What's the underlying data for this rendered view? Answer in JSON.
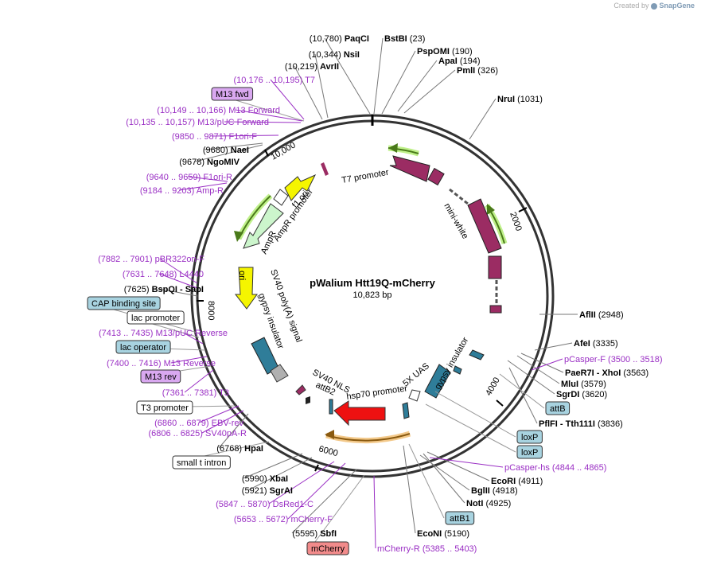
{
  "credit": {
    "prefix": "Created by",
    "brand": "SnapGene"
  },
  "plasmid": {
    "name": "pWalium Htt19Q-mCherry",
    "size": "10,823 bp"
  },
  "colors": {
    "site": "#000000",
    "primer": "#9a2fc4",
    "rc": "#c0c0c0"
  },
  "ticks": [
    "2000",
    "4000",
    "6000",
    "8000",
    "10,000"
  ],
  "features": [
    {
      "name": "T7 promoter"
    },
    {
      "name": "mini-white"
    },
    {
      "name": "f1 ori"
    },
    {
      "name": "AmpR promoter"
    },
    {
      "name": "AmpR"
    },
    {
      "name": "ori"
    },
    {
      "name": "SV40 poly(A) signal"
    },
    {
      "name": "gypsy insulator"
    },
    {
      "name": "gypsy insulator"
    },
    {
      "name": "5X UAS"
    },
    {
      "name": "hsp70 promoter"
    },
    {
      "name": "SV40 NLS"
    },
    {
      "name": "attB2"
    }
  ],
  "labels": [
    {
      "pos": "(10,780)",
      "name": "PaqCI",
      "kind": "site"
    },
    {
      "pos": "(23)",
      "name": "BstBI",
      "kind": "site"
    },
    {
      "pos": "(190)",
      "name": "PspOMI",
      "kind": "site"
    },
    {
      "pos": "(194)",
      "name": "ApaI",
      "kind": "site"
    },
    {
      "pos": "(326)",
      "name": "PmlI",
      "kind": "site"
    },
    {
      "pos": "(1031)",
      "name": "NruI",
      "kind": "site"
    },
    {
      "pos": "(10,344)",
      "name": "NsiI",
      "kind": "site"
    },
    {
      "pos": "(10,219)",
      "name": "AvrII",
      "kind": "site"
    },
    {
      "pos": "(10,176 .. 10,195)",
      "name": "T7",
      "kind": "primer"
    },
    {
      "pos": "",
      "name": "M13 fwd",
      "kind": "box",
      "fill": "#d9a8f0"
    },
    {
      "pos": "(10,149 .. 10,166)",
      "name": "M13 Forward",
      "kind": "primer"
    },
    {
      "pos": "(10,135 .. 10,157)",
      "name": "M13/pUC Forward",
      "kind": "primer"
    },
    {
      "pos": "(9850 .. 9871)",
      "name": "F1ori-F",
      "kind": "primer"
    },
    {
      "pos": "(9680)",
      "name": "NaeI",
      "kind": "site"
    },
    {
      "pos": "(9678)",
      "name": "NgoMIV",
      "kind": "site"
    },
    {
      "pos": "(9640 .. 9659)",
      "name": "F1ori-R",
      "kind": "primer"
    },
    {
      "pos": "(9184 .. 9203)",
      "name": "Amp-R",
      "kind": "primer"
    },
    {
      "pos": "(7882 .. 7901)",
      "name": "pBR322ori-F",
      "kind": "primer"
    },
    {
      "pos": "(7631 .. 7648)",
      "name": "L4440",
      "kind": "primer"
    },
    {
      "pos": "(7625)",
      "name": "BspQI - SapI",
      "kind": "site"
    },
    {
      "pos": "",
      "name": "CAP binding site",
      "kind": "box",
      "fill": "#a8d3e0"
    },
    {
      "pos": "",
      "name": "lac promoter",
      "kind": "box",
      "fill": "#ffffff"
    },
    {
      "pos": "(7413 .. 7435)",
      "name": "M13/pUC Reverse",
      "kind": "primer"
    },
    {
      "pos": "",
      "name": "lac operator",
      "kind": "box",
      "fill": "#a8d3e0"
    },
    {
      "pos": "(7400 .. 7416)",
      "name": "M13 Reverse",
      "kind": "primer"
    },
    {
      "pos": "",
      "name": "M13 rev",
      "kind": "box",
      "fill": "#d9a8f0"
    },
    {
      "pos": "(7361 .. 7381)",
      "name": "T3",
      "kind": "primer"
    },
    {
      "pos": "",
      "name": "T3 promoter",
      "kind": "box",
      "fill": "#ffffff"
    },
    {
      "pos": "(6860 .. 6879)",
      "name": "EBV-rev",
      "kind": "primer"
    },
    {
      "pos": "(6806 .. 6825)",
      "name": "SV40pA-R",
      "kind": "primer"
    },
    {
      "pos": "(6768)",
      "name": "HpaI",
      "kind": "site"
    },
    {
      "pos": "",
      "name": "small t intron",
      "kind": "box",
      "fill": "#ffffff"
    },
    {
      "pos": "(5990)",
      "name": "XbaI",
      "kind": "site"
    },
    {
      "pos": "(5921)",
      "name": "SgrAI",
      "kind": "site"
    },
    {
      "pos": "(5847 .. 5870)",
      "name": "DsRed1-C",
      "kind": "primer"
    },
    {
      "pos": "(5653 .. 5672)",
      "name": "mCherry-F",
      "kind": "primer"
    },
    {
      "pos": "(5595)",
      "name": "SbfI",
      "kind": "site"
    },
    {
      "pos": "",
      "name": "mCherry",
      "kind": "box",
      "fill": "#f28b8b"
    },
    {
      "pos": "(5385 .. 5403)",
      "name": "mCherry-R",
      "kind": "primer"
    },
    {
      "pos": "(5190)",
      "name": "EcoNI",
      "kind": "site"
    },
    {
      "pos": "",
      "name": "attB1",
      "kind": "box",
      "fill": "#a8d3e0"
    },
    {
      "pos": "(4925)",
      "name": "NotI",
      "kind": "site"
    },
    {
      "pos": "(4918)",
      "name": "BglII",
      "kind": "site"
    },
    {
      "pos": "(4911)",
      "name": "EcoRI",
      "kind": "site"
    },
    {
      "pos": "(4844 .. 4865)",
      "name": "pCasper-hs",
      "kind": "primer"
    },
    {
      "pos": "",
      "name": "loxP",
      "kind": "box",
      "fill": "#a8d3e0"
    },
    {
      "pos": "",
      "name": "loxP",
      "kind": "box",
      "fill": "#a8d3e0"
    },
    {
      "pos": "(3836)",
      "name": "PflFI - Tth111I",
      "kind": "site"
    },
    {
      "pos": "",
      "name": "attB",
      "kind": "box",
      "fill": "#a8d3e0"
    },
    {
      "pos": "(3620)",
      "name": "SgrDI",
      "kind": "site"
    },
    {
      "pos": "(3579)",
      "name": "MluI",
      "kind": "site"
    },
    {
      "pos": "(3563)",
      "name": "PaeR7I - XhoI",
      "kind": "site"
    },
    {
      "pos": "(3500 .. 3518)",
      "name": "pCasper-F",
      "kind": "primer"
    },
    {
      "pos": "(3335)",
      "name": "AfeI",
      "kind": "site"
    },
    {
      "pos": "(2948)",
      "name": "AflII",
      "kind": "site"
    }
  ]
}
